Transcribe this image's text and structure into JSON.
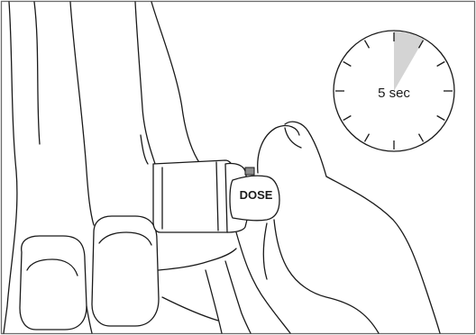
{
  "colors": {
    "frame": "#6b6b6b",
    "ink": "#1a1a1a",
    "timer_wedge": "#d4d4d4",
    "dose_marker": "#8c8c8c",
    "background": "#ffffff"
  },
  "timer": {
    "label": "5 sec",
    "elapsed_fraction": 0.0833
  },
  "inhaler": {
    "dose_label": "DOSE"
  }
}
